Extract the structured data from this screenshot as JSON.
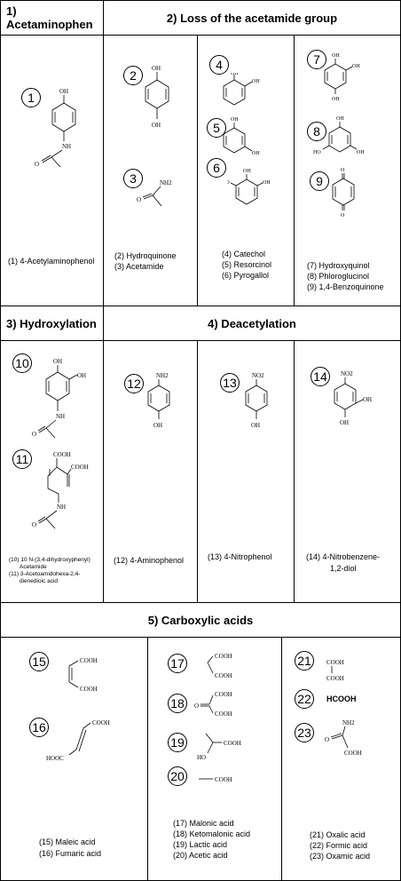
{
  "headers": {
    "h1": "1) Acetaminophen",
    "h2": "2) Loss of the acetamide group",
    "h3": "3) Hydroxylation",
    "h4": "4) Deacetylation",
    "h5": "5) Carboxylic acids"
  },
  "numbers": [
    "1",
    "2",
    "3",
    "4",
    "5",
    "6",
    "7",
    "8",
    "9",
    "10",
    "11",
    "12",
    "13",
    "14",
    "15",
    "16",
    "17",
    "18",
    "19",
    "20",
    "21",
    "22",
    "23"
  ],
  "atoms": {
    "oh": "OH",
    "nh": "NH",
    "nh2": "NH2",
    "no2": "NO2",
    "o": "O",
    "cooh": "COOH",
    "hooc": "HOOC",
    "ho": "HO",
    "hcooh": "HCOOH"
  },
  "captions": {
    "c1": "(1)  4-Acetylaminophenol",
    "c2": "(2)  Hydroquinone",
    "c3": "(3)  Acetamide",
    "c4": "(4)  Catechol",
    "c5": "(5)  Resorcinol",
    "c6": "(6)  Pyrogallol",
    "c7": "(7)  Hydroxyquinol",
    "c8": "(8)  Phloroglucinol",
    "c9": "(9)  1,4-Benzoquinone",
    "c10a": "(10)  10 N-(3,4-dihydroxyphenyl)",
    "c10b": "Acetamide",
    "c11a": "(11)  3-Acetoamidohexa-2,4-",
    "c11b": "dienedioic acid",
    "c12": "(12)  4-Aminophenol",
    "c13": "(13)  4-Nitrophenol",
    "c14a": "(14)  4-Nitrobenzene-",
    "c14b": "1,2-diol",
    "c15": "(15)  Maleic acid",
    "c16": "(16)  Fumaric acid",
    "c17": "(17)  Malonic acid",
    "c18": "(18)  Ketomalonic acid",
    "c19": "(19)  Lactic acid",
    "c20": "(20)  Acetic acid",
    "c21": "(21)  Oxalic acid",
    "c22": "(22)  Formic acid",
    "c23": "(23)  Oxamic acid"
  }
}
